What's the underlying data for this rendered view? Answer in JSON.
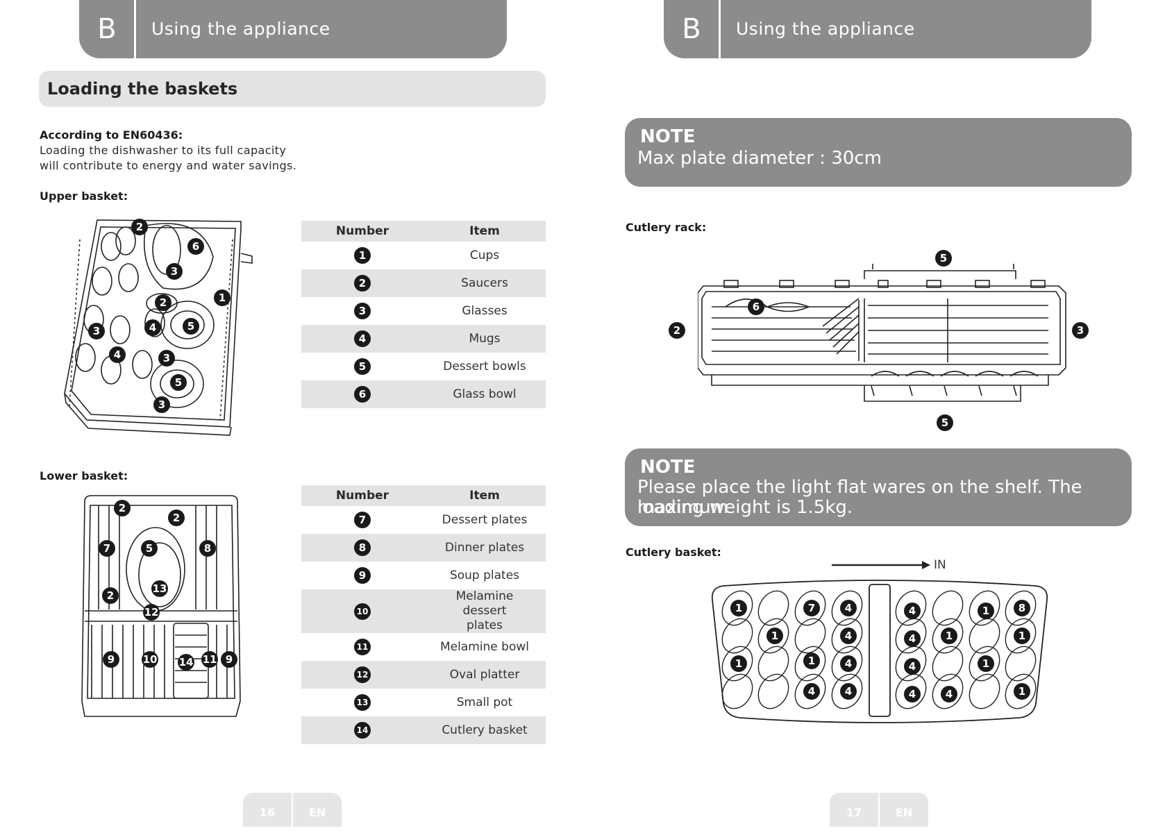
{
  "left_page": {
    "header_letter": "B",
    "header_title": "Using the appliance",
    "section_title": "Loading the baskets",
    "standard_label": "According to EN60436:",
    "intro_line1": "Loading the dishwasher to its full capacity",
    "intro_line2": "will contribute to energy and water savings.",
    "upper_basket_label": "Upper basket:",
    "lower_basket_label": "Lower basket:",
    "table_headers": {
      "number": "Number",
      "item": "Item"
    },
    "upper_table": [
      {
        "number": "1",
        "item": "Cups"
      },
      {
        "number": "2",
        "item": "Saucers"
      },
      {
        "number": "3",
        "item": "Glasses"
      },
      {
        "number": "4",
        "item": "Mugs"
      },
      {
        "number": "5",
        "item": "Dessert bowls"
      },
      {
        "number": "6",
        "item": "Glass bowl"
      }
    ],
    "lower_table": [
      {
        "number": "7",
        "item": "Dessert plates"
      },
      {
        "number": "8",
        "item": "Dinner plates"
      },
      {
        "number": "9",
        "item": "Soup plates"
      },
      {
        "number": "10",
        "item": "Melamine dessert plates"
      },
      {
        "number": "11",
        "item": "Melamine bowl"
      },
      {
        "number": "12",
        "item": "Oval platter"
      },
      {
        "number": "13",
        "item": "Small pot"
      },
      {
        "number": "14",
        "item": "Cutlery basket"
      }
    ],
    "upper_diagram_labels": [
      "2",
      "6",
      "3",
      "2",
      "1",
      "3",
      "4",
      "5",
      "4",
      "3",
      "5",
      "3"
    ],
    "lower_diagram_labels": [
      "2",
      "2",
      "7",
      "5",
      "8",
      "2",
      "13",
      "12",
      "9",
      "10",
      "14",
      "11",
      "9"
    ],
    "page_number": "16",
    "lang": "EN"
  },
  "right_page": {
    "header_letter": "B",
    "header_title": "Using the appliance",
    "note1_title": "NOTE",
    "note1_text": "Max plate diameter : 30cm",
    "cutlery_rack_label": "Cutlery rack:",
    "rack_labels": [
      "5",
      "6",
      "2",
      "3",
      "5"
    ],
    "note2_title": "NOTE",
    "note2_line1": "Please place the light flat wares on the shelf. The maximum",
    "note2_line2": "loading weight is 1.5kg.",
    "cutlery_basket_label": "Cutlery basket:",
    "in_label": "IN",
    "basket_labels": [
      "1",
      "7",
      "4",
      "4",
      "8",
      "1",
      "4",
      "4",
      "1",
      "1",
      "1",
      "1",
      "4",
      "4",
      "1",
      "1",
      "4",
      "4",
      "4",
      "4",
      "1"
    ],
    "page_number": "17",
    "lang": "EN"
  },
  "colors": {
    "header_gray": "#8c8c8c",
    "pill_gray": "#e3e3e3",
    "badge": "#1a1a1a"
  }
}
